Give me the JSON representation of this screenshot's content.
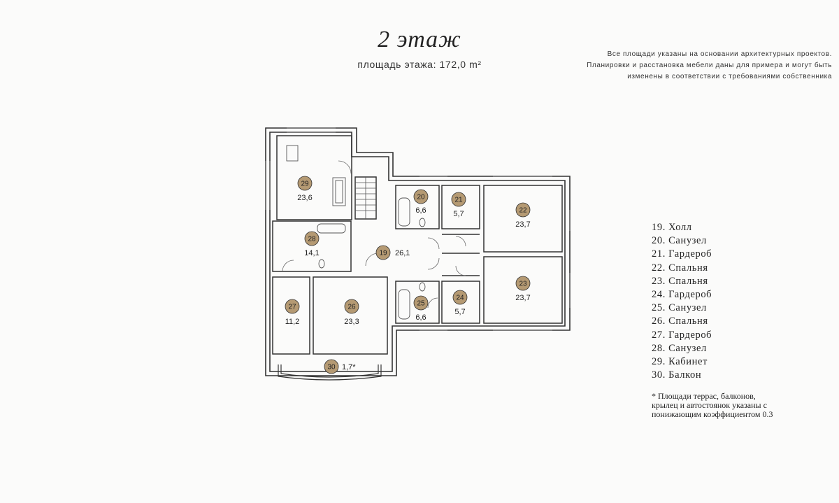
{
  "header": {
    "title": "2 этаж",
    "subtitle": "площадь этажа: 172,0 m²"
  },
  "disclaimer": [
    "Все площади указаны на основании архитектурных проектов.",
    "Планировки и расстановка мебели даны для примера и могут быть",
    "изменены в соответствии с требованиями собственника"
  ],
  "rooms": [
    {
      "id": "19",
      "area": "26,1"
    },
    {
      "id": "20",
      "area": "6,6"
    },
    {
      "id": "21",
      "area": "5,7"
    },
    {
      "id": "22",
      "area": "23,7"
    },
    {
      "id": "23",
      "area": "23,7"
    },
    {
      "id": "24",
      "area": "5,7"
    },
    {
      "id": "25",
      "area": "6,6"
    },
    {
      "id": "26",
      "area": "23,3"
    },
    {
      "id": "27",
      "area": "11,2"
    },
    {
      "id": "28",
      "area": "14,1"
    },
    {
      "id": "29",
      "area": "23,6"
    },
    {
      "id": "30",
      "area": "1,7*"
    }
  ],
  "legend": [
    "19. Холл",
    "20. Санузел",
    "21. Гардероб",
    "22. Спальня",
    "23. Спальня",
    "24. Гардероб",
    "25. Санузел",
    "26. Спальня",
    "27. Гардероб",
    "28. Санузел",
    "29. Кабинет",
    "30. Балкон"
  ],
  "footnote": [
    "* Площади террас, балконов,",
    "крылец и автостоянок указаны с",
    "понижающим коэффициентом 0.3"
  ],
  "colors": {
    "badge_fill": "#b59a73",
    "wall": "#333333",
    "background": "#fbfbfa"
  }
}
